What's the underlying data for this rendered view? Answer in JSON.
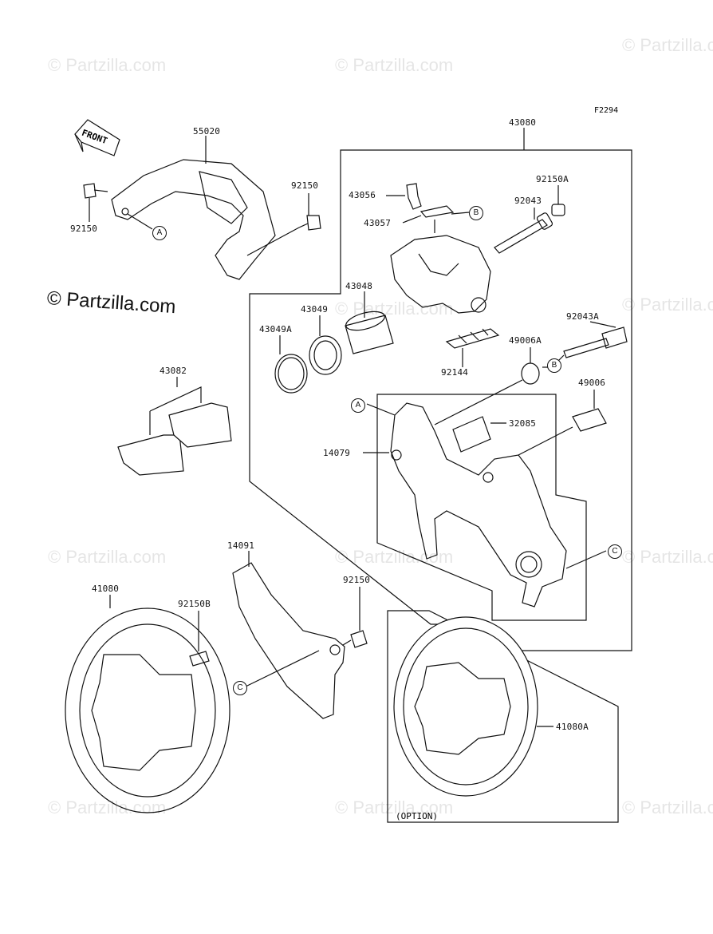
{
  "diagram": {
    "figure_code": "F2294",
    "front_label": "FRONT",
    "option_label": "(OPTION)",
    "brand_text": "© Partzilla.com",
    "watermark_text": "© Partzilla.com",
    "parts": {
      "p55020": "55020",
      "p92150_left": "92150",
      "p92150_guard": "92150",
      "p43080": "43080",
      "p43056": "43056",
      "p43057": "43057",
      "p92150A": "92150A",
      "p92043": "92043",
      "p43048": "43048",
      "p43049": "43049",
      "p43049A": "43049A",
      "p43082": "43082",
      "p92043A": "92043A",
      "p49006A": "49006A",
      "p92144": "92144",
      "p49006": "49006",
      "p32085": "32085",
      "p14079": "14079",
      "p14091": "14091",
      "p41080": "41080",
      "p92150B": "92150B",
      "p92150_cover": "92150",
      "p41080A": "41080A"
    },
    "callouts": {
      "a1": "A",
      "a2": "A",
      "b1": "B",
      "b2": "B",
      "c1": "C",
      "c2": "C"
    }
  }
}
